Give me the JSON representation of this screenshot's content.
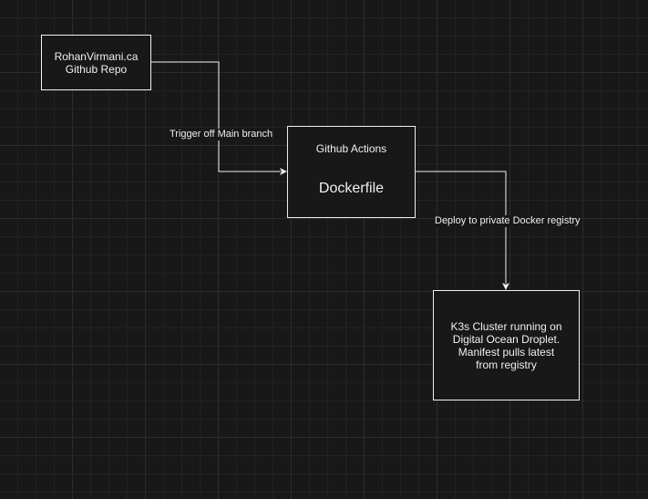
{
  "nodes": {
    "repo": {
      "line1": "RohanVirmani.ca",
      "line2": "Github Repo"
    },
    "actions": {
      "subtitle": "Github Actions",
      "title": "Dockerfile"
    },
    "k3s": {
      "text": "K3s Cluster running on Digital Ocean Droplet. Manifest pulls latest from registry"
    }
  },
  "edges": {
    "trigger": {
      "label": "Trigger off Main branch"
    },
    "deploy": {
      "label": "Deploy to private Docker registry"
    }
  }
}
